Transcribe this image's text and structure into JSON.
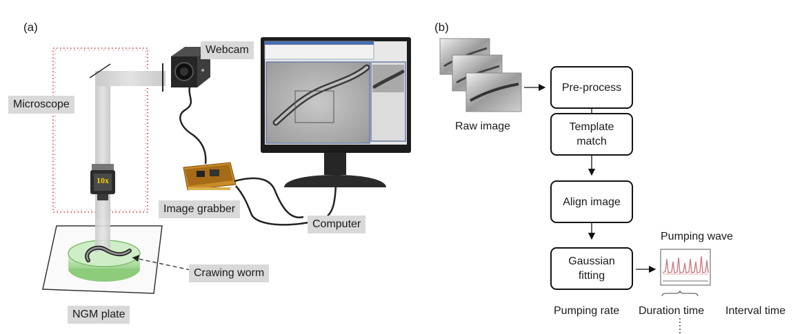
{
  "panel_a": {
    "label": "(a)",
    "components": {
      "webcam": "Webcam",
      "microscope": "Microscope",
      "image_grabber": "Image grabber",
      "computer": "Computer",
      "crawling_worm": "Crawing worm",
      "ngm_plate": "NGM plate",
      "objective": "10x"
    }
  },
  "panel_b": {
    "label": "(b)",
    "raw_image_label": "Raw image",
    "steps": [
      {
        "label": "Pre-process"
      },
      {
        "label": "Template match"
      },
      {
        "label": "Align image"
      },
      {
        "label": "Gaussian fitting"
      }
    ],
    "pumping_wave_label": "Pumping wave",
    "outputs": [
      "Pumping rate",
      "Duration time",
      "Interval time"
    ]
  },
  "colors": {
    "tag_background": "#d9d9d9",
    "microscope_dots": "#d44a4a",
    "plate_green": "#b9e3b0",
    "wave_pink": "#d0787f",
    "pcb_orange": "#c98a2a"
  }
}
